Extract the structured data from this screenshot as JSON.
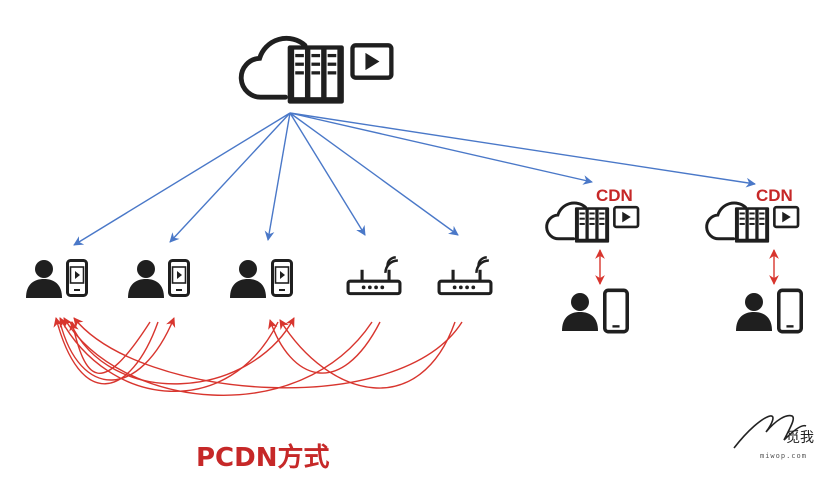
{
  "cdn_nodes": [
    {
      "label": "CDN"
    },
    {
      "label": "CDN"
    }
  ],
  "pcdn_title": "PCDN方式",
  "watermark": {
    "text": "觅我",
    "url": "miwop.com"
  },
  "colors": {
    "icon": "#1f1f1f",
    "blue_arrow": "#4a78c8",
    "red_arrow": "#d8352e",
    "accent_text": "#c62828"
  },
  "icons": [
    "cloud-server-icon",
    "video-play-icon",
    "user-icon",
    "phone-icon",
    "wifi-router-icon"
  ]
}
